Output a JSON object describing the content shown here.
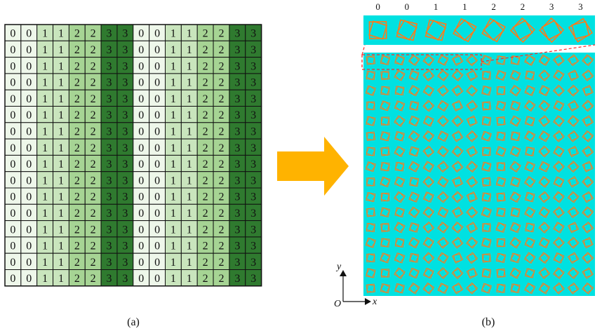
{
  "panel_a": {
    "caption": "(a)",
    "row_pattern": [
      "0",
      "0",
      "1",
      "1",
      "2",
      "2",
      "3",
      "3",
      "0",
      "0",
      "1",
      "1",
      "2",
      "2",
      "3",
      "3"
    ],
    "row_count": 16,
    "colors": {
      "0": "#eef7ea",
      "1": "#c9e5bd",
      "2": "#a6d494",
      "3": "#2f7a2f"
    },
    "grid_line_color": "#111111"
  },
  "arrow": {
    "color": "#ffb300",
    "name": "right-arrow-icon"
  },
  "panel_b": {
    "caption": "(b)",
    "strip_labels": [
      "0",
      "0",
      "1",
      "1",
      "2",
      "2",
      "3",
      "3"
    ],
    "background_color": "#00e1e1",
    "element_color": "#ff7a1a",
    "highlight_color": "#ff2a2a",
    "axes": {
      "origin": "O",
      "x": "x",
      "y": "y"
    },
    "element_grid": {
      "columns": 16,
      "rows": 16
    }
  }
}
